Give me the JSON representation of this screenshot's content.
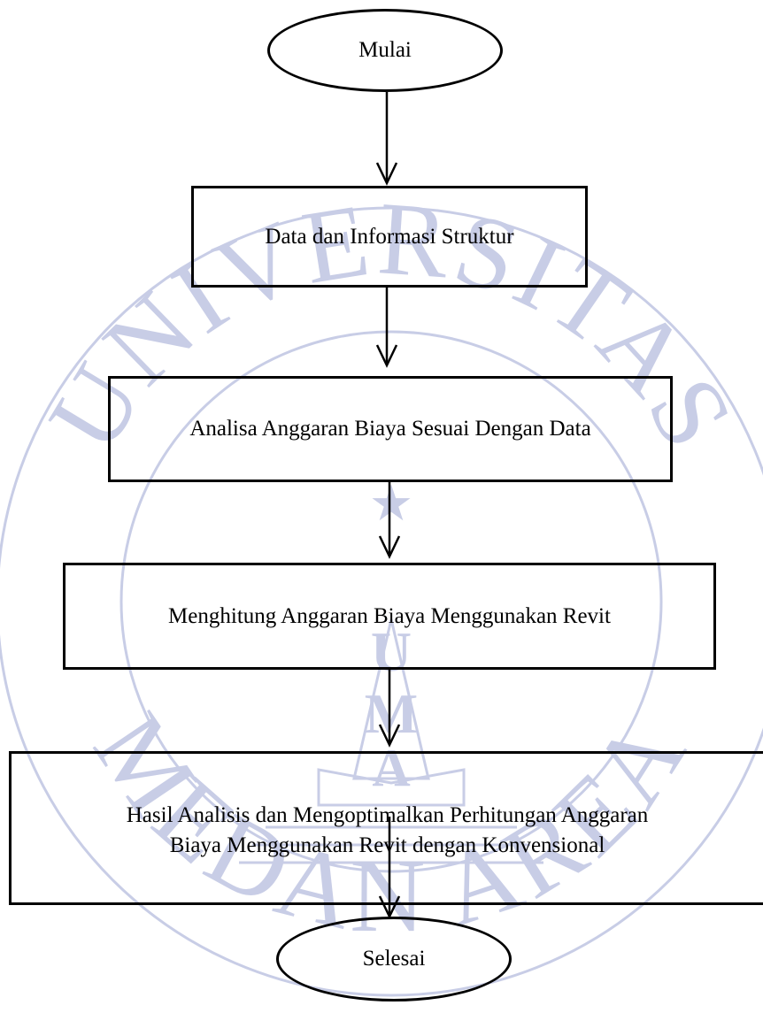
{
  "flowchart": {
    "nodes": [
      {
        "id": "start",
        "shape": "terminal",
        "label": "Mulai"
      },
      {
        "id": "step-1",
        "shape": "process",
        "label": "Data dan Informasi Struktur"
      },
      {
        "id": "step-2",
        "shape": "process",
        "label": "Analisa Anggaran Biaya Sesuai Dengan Data"
      },
      {
        "id": "step-3",
        "shape": "process",
        "label": "Menghitung Anggaran Biaya Menggunakan Revit"
      },
      {
        "id": "step-4",
        "shape": "process",
        "label": "Hasil Analisis dan Mengoptimalkan Perhitungan Anggaran",
        "label_line2": "Biaya Menggunakan Revit dengan Konvensional"
      },
      {
        "id": "end",
        "shape": "terminal",
        "label": "Selesai"
      }
    ],
    "edges": [
      {
        "from": "start",
        "to": "step-1"
      },
      {
        "from": "step-1",
        "to": "step-2"
      },
      {
        "from": "step-2",
        "to": "step-3"
      },
      {
        "from": "step-3",
        "to": "step-4"
      },
      {
        "from": "step-4",
        "to": "end"
      }
    ]
  },
  "watermark": {
    "ring_text_top": "UNIVERSITAS",
    "ring_text_bottom": "MEDAN AREA",
    "center_letters": [
      "U",
      "M",
      "A"
    ],
    "color": "#c8cde6"
  }
}
